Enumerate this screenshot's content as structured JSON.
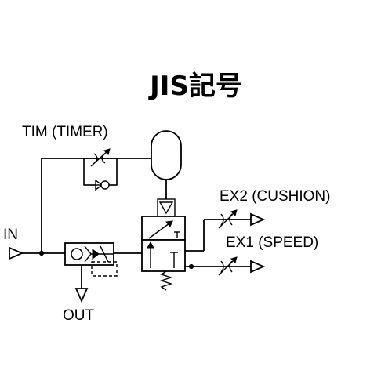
{
  "title": "JIS記号",
  "labels": {
    "tim": "TIM (TIMER)",
    "in": "IN",
    "out": "OUT",
    "ex2": "EX2 (CUSHION)",
    "ex1": "EX1 (SPEED)"
  }
}
